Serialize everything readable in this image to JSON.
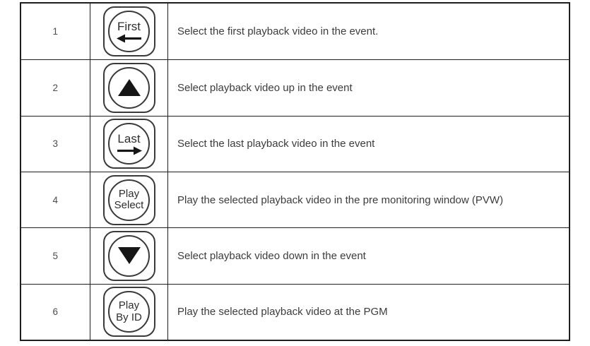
{
  "table": {
    "colors": {
      "border": "#1e1e1e",
      "description_text": "#3c3c3c",
      "number_text": "#4d4d4d",
      "button_stroke": "#3a3a3a",
      "glyph_fill": "#161616",
      "background": "#ffffff"
    },
    "rows": [
      {
        "number": "1",
        "button": {
          "label": "First",
          "glyph": "long-left-arrow"
        },
        "description": "Select the first playback video in the event."
      },
      {
        "number": "2",
        "button": {
          "label": "",
          "glyph": "triangle-up"
        },
        "description": "Select playback video up in the event"
      },
      {
        "number": "3",
        "button": {
          "label": "Last",
          "glyph": "long-right-arrow"
        },
        "description": "Select the last playback video in the event"
      },
      {
        "number": "4",
        "button": {
          "line1": "Play",
          "line2": "Select",
          "glyph": "none"
        },
        "description": "Play the selected playback video in the pre monitoring window (PVW)"
      },
      {
        "number": "5",
        "button": {
          "label": "",
          "glyph": "triangle-down"
        },
        "description": "Select playback video down in the event"
      },
      {
        "number": "6",
        "button": {
          "line1": "Play",
          "line2": "By ID",
          "glyph": "none"
        },
        "description": "Play the selected playback video at the PGM"
      }
    ]
  }
}
